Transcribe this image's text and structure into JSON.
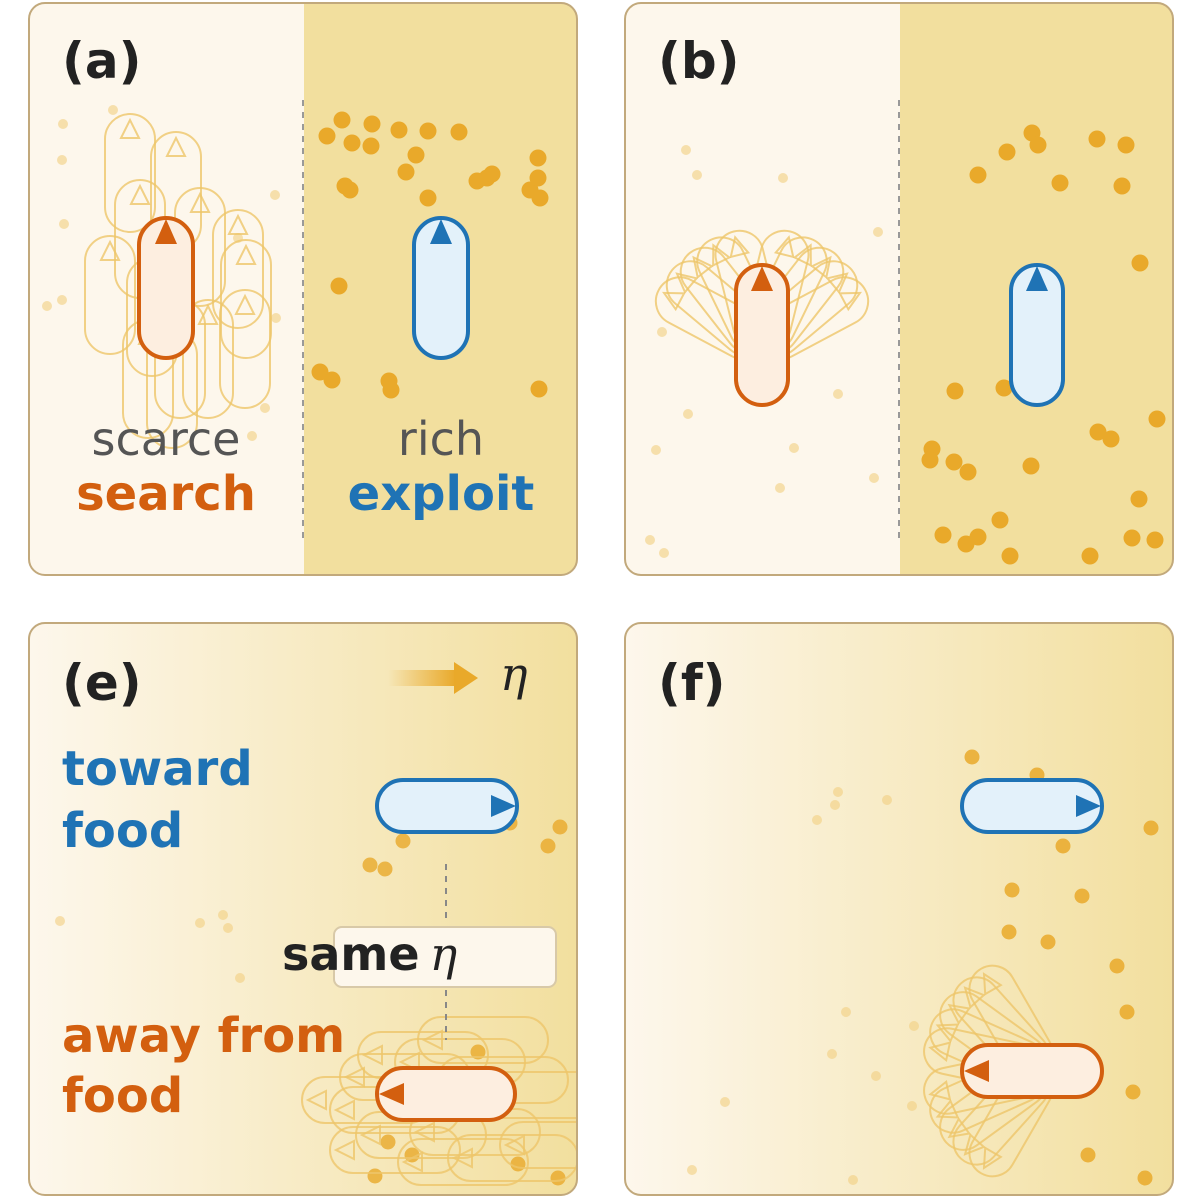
{
  "colors": {
    "search": "#d35f0f",
    "exploit": "#1f73b5",
    "food": "#e9a92a",
    "food_faint": "#f2ce80",
    "scarce_bg": "#fdf7ec",
    "rich_bg": "#f2df9e",
    "panel_border": "#c2a97c",
    "label": "#222222",
    "muted_text": "#555555",
    "ghost": "#eec66a"
  },
  "panels": {
    "a": {
      "label": "(a)",
      "left_caption": "scarce",
      "left_mode": "search",
      "right_caption": "rich",
      "right_mode": "exploit"
    },
    "b": {
      "label": "(b)"
    },
    "e": {
      "label": "(e)",
      "gradient_symbol": "η",
      "toward_line1": "toward",
      "toward_line2": "food",
      "away_line1": "away from",
      "away_line2": "food",
      "same_word": "same",
      "same_symbol": "η"
    },
    "f": {
      "label": "(f)"
    }
  }
}
